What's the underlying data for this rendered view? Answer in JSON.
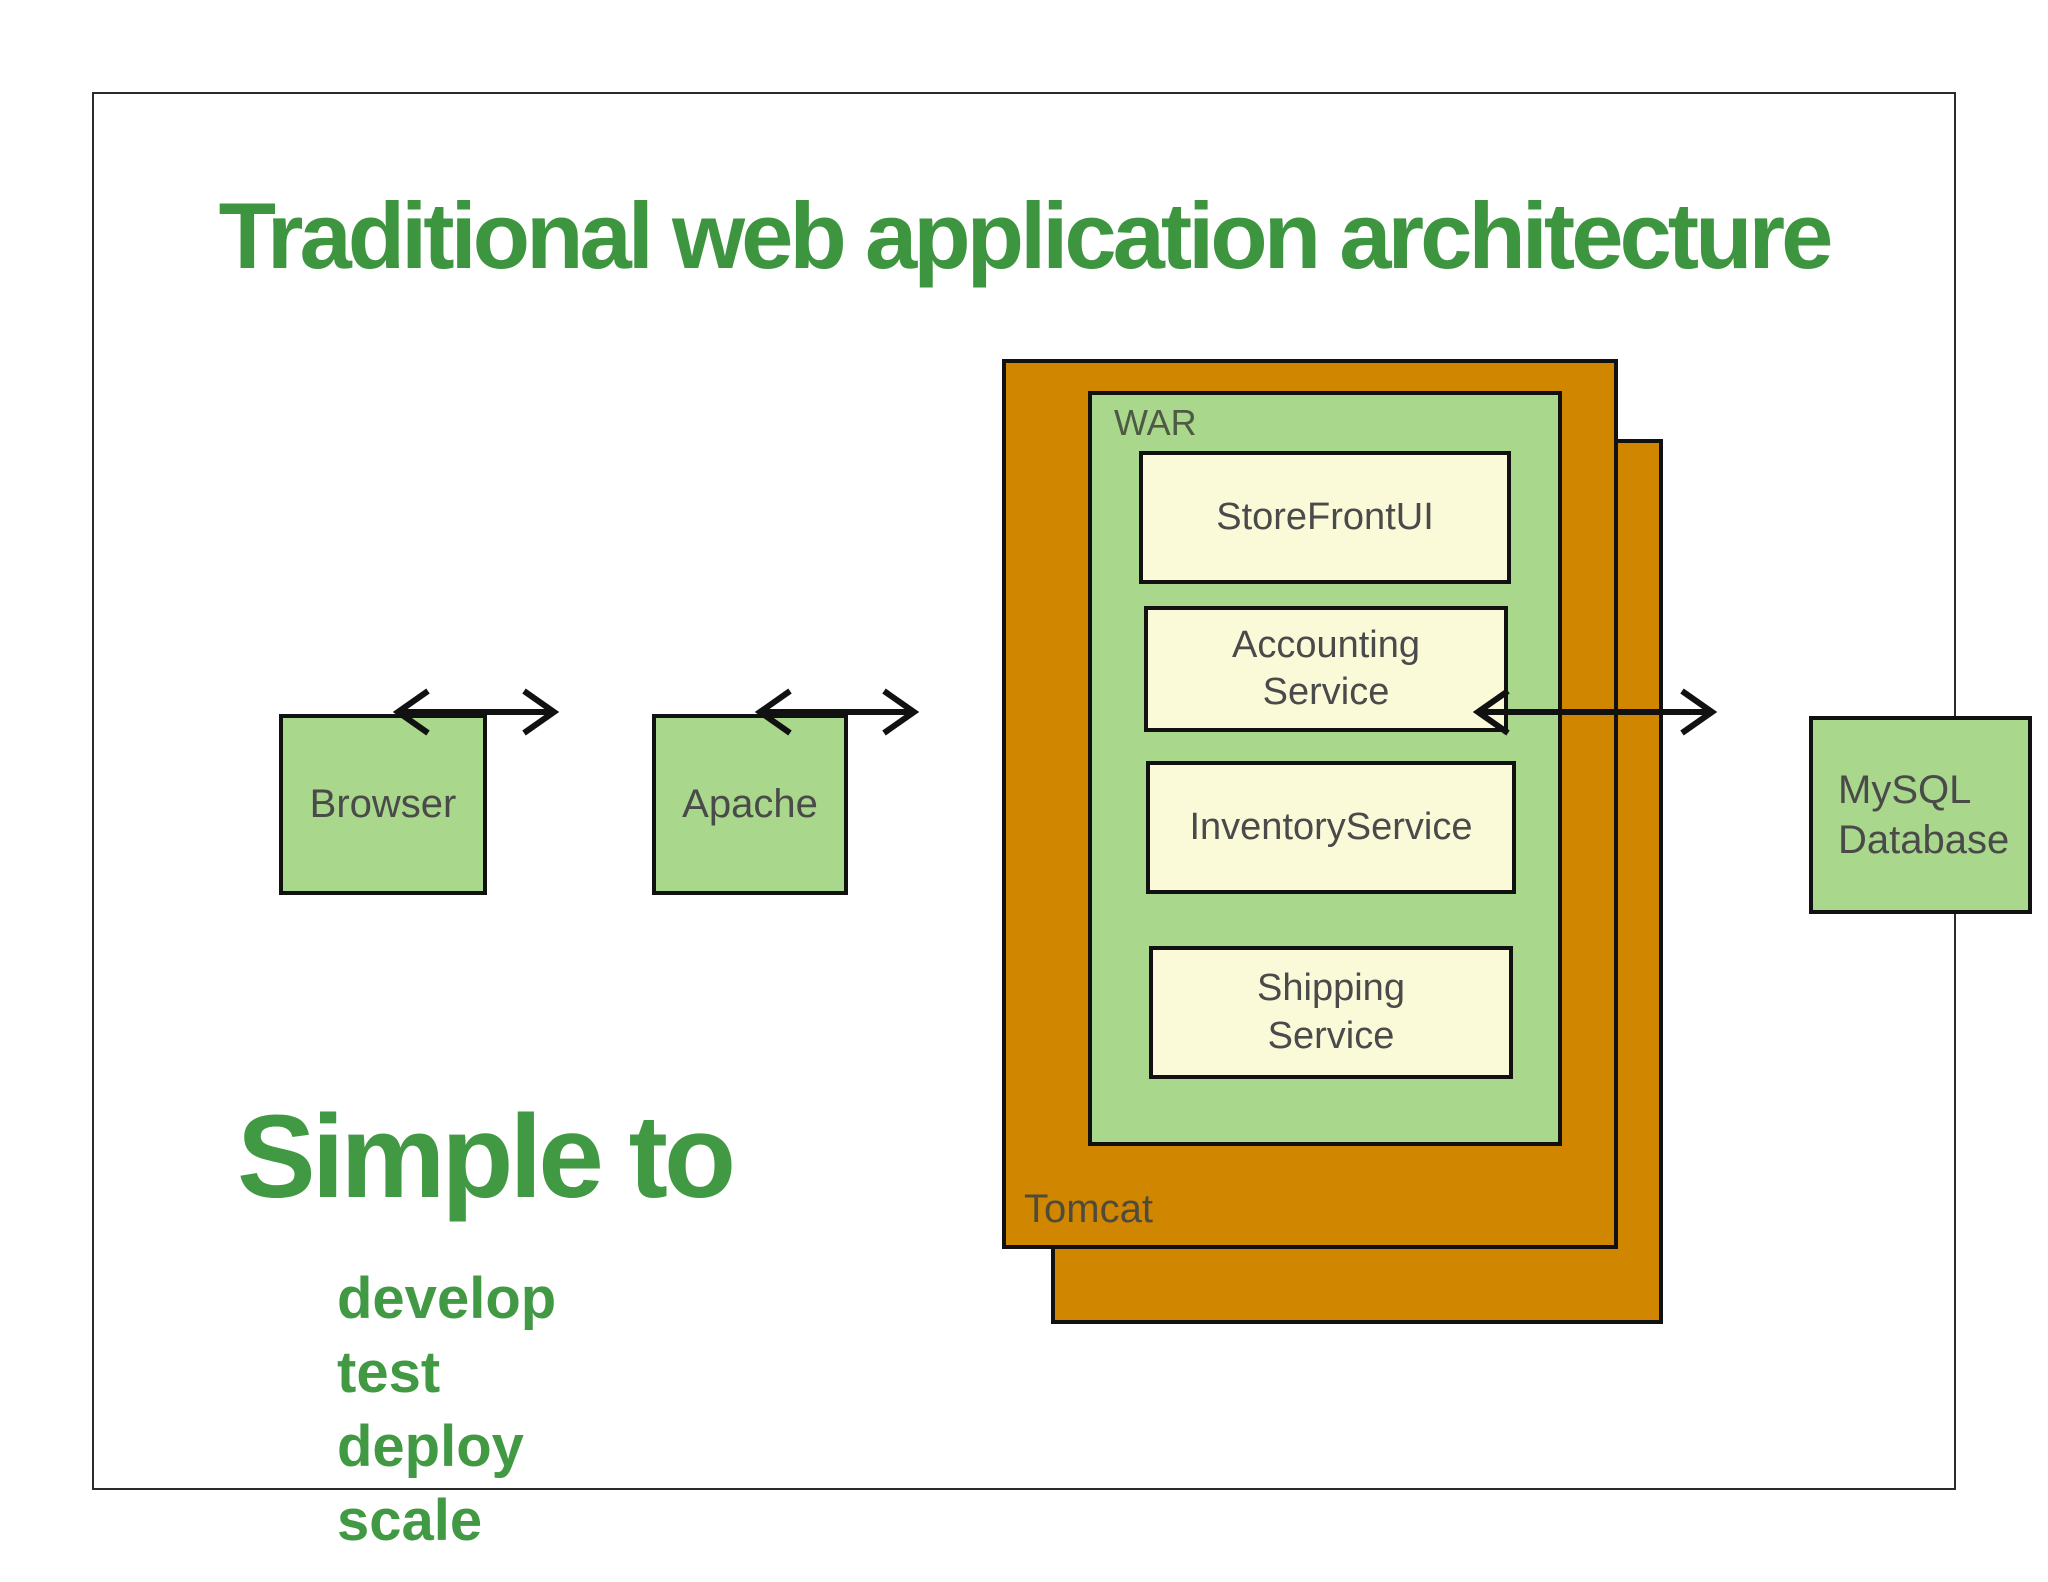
{
  "title": "Traditional web application architecture",
  "diagram": {
    "browser": {
      "label": "Browser"
    },
    "apache": {
      "label": "Apache"
    },
    "tomcat": {
      "label": "Tomcat"
    },
    "war": {
      "label": "WAR"
    },
    "services": [
      {
        "label": "StoreFrontUI"
      },
      {
        "label": "Accounting\nService"
      },
      {
        "label": "InventoryService"
      },
      {
        "label": "Shipping\nService"
      }
    ],
    "database": {
      "label": "MySQL\nDatabase"
    },
    "connections": [
      {
        "from": "Browser",
        "to": "Apache",
        "type": "bidirectional-arrow"
      },
      {
        "from": "Apache",
        "to": "Tomcat",
        "type": "bidirectional-arrow"
      },
      {
        "from": "Tomcat",
        "to": "MySQL Database",
        "type": "bidirectional-arrow"
      }
    ]
  },
  "notes": {
    "heading": "Simple to",
    "items": [
      {
        "label": "develop"
      },
      {
        "label": "test"
      },
      {
        "label": "deploy"
      },
      {
        "label": "scale"
      }
    ]
  },
  "colors": {
    "title_green": "#3E9540",
    "notes_green": "#429943",
    "node_green": "#A9D78C",
    "service_cream": "#FAFAD9",
    "tomcat_orange": "#D18600",
    "label_gray": "#4A4A4A",
    "line_black": "#111111"
  }
}
